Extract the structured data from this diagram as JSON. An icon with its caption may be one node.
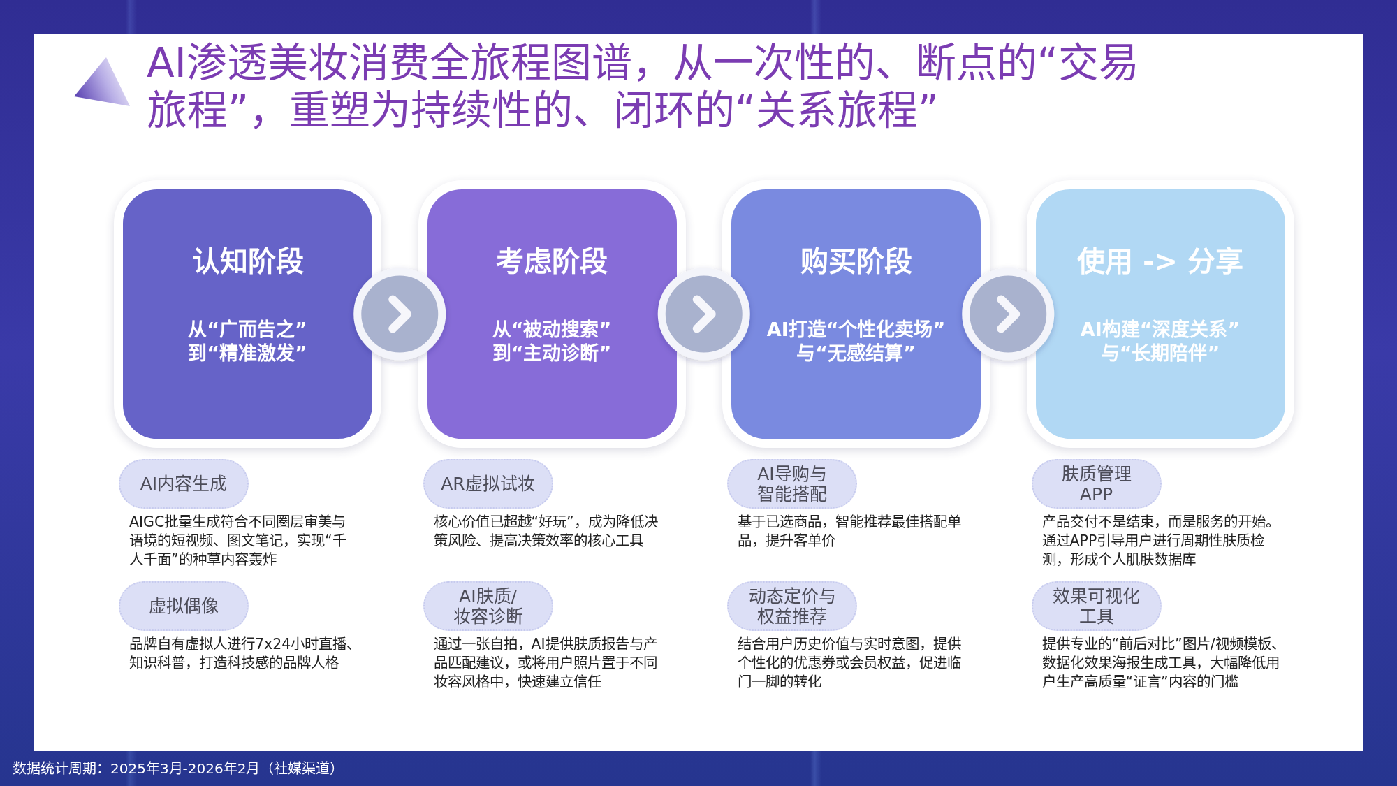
{
  "diagram": {
    "title": "AI渗透美妆消费全旅程图谱，从一次性的、断点的“交易旅程”，重塑为持续性的、闭环的“关系旅程”",
    "nodes": [
      {
        "text": [
          "认知阶段",
          "从“广而告之”到“精准激发”"
        ]
      },
      {
        "text": [
          "考虑阶段",
          "从“被动搜索”到“主动诊断”"
        ]
      },
      {
        "text": [
          "购买阶段",
          "AI打造“个性化卖场”与“无感结算”"
        ]
      },
      {
        "text": [
          "使用 -> 分享",
          "AI构建“深度关系”与“长期陪伴”"
        ]
      },
      {
        "text": [
          "AI内容生成"
        ],
        "beside": [
          "AIGC批量生成符合不同圈层审美与语境的短视频、图文笔记，实现“千人千面”的种草内容轰炸"
        ]
      },
      {
        "text": [
          "虚拟偶像"
        ],
        "beside": [
          "品牌自有虚拟人进行7x24小时直播、知识科普，打造科技感的品牌人格"
        ]
      },
      {
        "text": [
          "AR虚拟试妆"
        ],
        "beside": [
          "核心价值已超越“好玩”，成为降低决策风险、提高决策效率的核心工具"
        ]
      },
      {
        "text": [
          "AI肤质/妆容诊断"
        ],
        "beside": [
          "通过一张自拍，AI提供肤质报告与产品匹配建议，或将用户照片置于不同妆容风格中，快速建立信任"
        ]
      },
      {
        "text": [
          "AI导购与智能搭配"
        ],
        "beside": [
          "基于已选商品，智能推荐最佳搭配单品，提升客单价"
        ]
      },
      {
        "text": [
          "动态定价与权益推荐"
        ],
        "beside": [
          "结合用户历史价值与实时意图，提供个性化的优惠券或会员权益，促进临门一脚的转化"
        ]
      },
      {
        "text": [
          "肤质管理APP"
        ],
        "beside": [
          "产品交付不是结束，而是服务的开始。通过APP引导用户进行周期性肤质检测，形成个人肌肤数据库"
        ]
      },
      {
        "text": [
          "效果可视化工具"
        ],
        "beside": [
          "提供专业的“前后对比”图片/视频模板、数据化效果海报生成工具，大幅降低用户生产高质量“证言”内容的门槛"
        ]
      }
    ],
    "edges": [
      {
        "from": 0,
        "to": 1,
        "arrow": "to"
      },
      {
        "from": 1,
        "to": 2,
        "arrow": "to"
      },
      {
        "from": 2,
        "to": 3,
        "arrow": "to"
      }
    ],
    "labels": [
      "数据统计周期：2025年3月-2026年2月（社媒渠道）"
    ]
  }
}
